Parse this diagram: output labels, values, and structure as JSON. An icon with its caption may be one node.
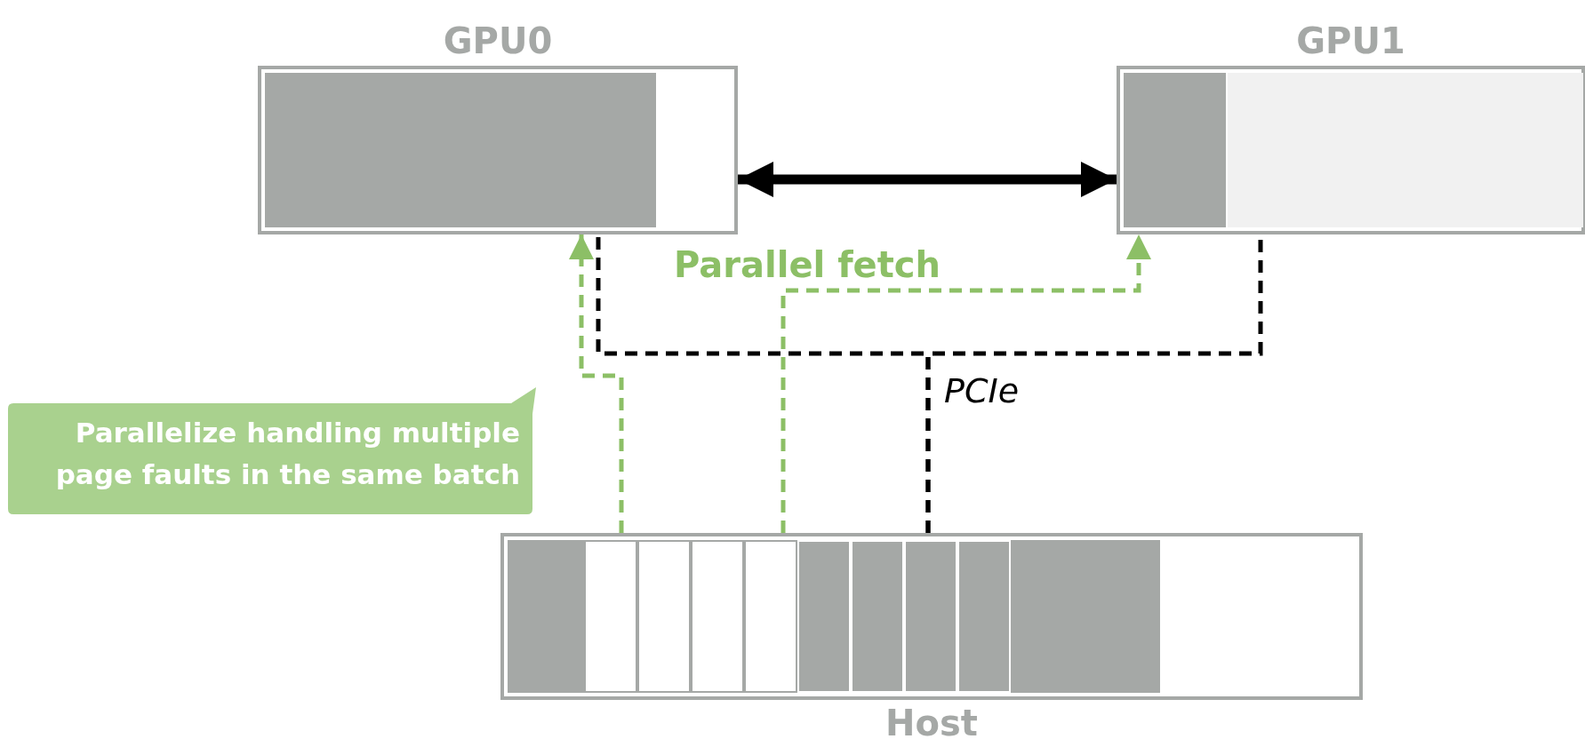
{
  "diagram": {
    "nodes": [
      {
        "text": [
          "GPU0"
        ]
      },
      {
        "text": [
          "GPU1"
        ]
      },
      {
        "text": [
          "Host"
        ]
      },
      {
        "text": [
          "Parallelize handling multiple page faults in the same batch"
        ]
      }
    ],
    "edges": [
      {
        "from": 0,
        "to": 1,
        "arrow": "both",
        "style": "thick"
      },
      {
        "from": 2,
        "to": 0,
        "arrow": "none",
        "style": "dashed",
        "label": "PCIe"
      },
      {
        "from": 2,
        "to": 1,
        "arrow": "none",
        "style": "dashed"
      },
      {
        "from": 2,
        "to": 0,
        "arrow": "to",
        "style": "dashed",
        "color": "#8cbf66"
      },
      {
        "from": 2,
        "to": 1,
        "arrow": "to",
        "style": "dashed",
        "color": "#8cbf66",
        "label": "Parallel fetch"
      }
    ]
  }
}
